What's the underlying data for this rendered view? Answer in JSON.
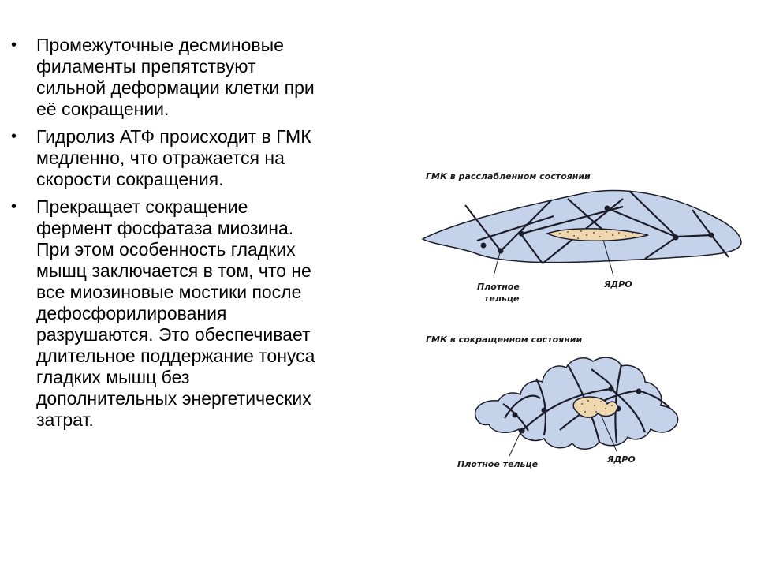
{
  "bullets": [
    {
      "marker": "•",
      "text": "Промежуточные десминовые\nфиламенты препятствуют\nсильной деформации клетки при\nеё сокращении."
    },
    {
      "marker": "•",
      "text": "Гидролиз АТФ происходит в ГМК\nмедленно, что отражается на\nскорости сокращения."
    },
    {
      "marker": "•",
      "text": "Прекращает сокращение\nфермент фосфатаза миозина.\nПри этом особенность гладких\nмышц заключается в том, что не\nвсе миозиновые мостики после\nдефосфорилирования\nразрушаются. Это обеспечивает\nдлительное поддержание тонуса\nгладких мышц без\nдополнительных энергетических\nзатрат."
    }
  ],
  "diagram": {
    "relaxed": {
      "caption": "ГМК в расслабленном состоянии",
      "label_body_line1": "Плотное",
      "label_body_line2": "тельце",
      "label_nucleus": "ЯДРО"
    },
    "contracted": {
      "caption": "ГМК в сокращенном состоянии",
      "label_body": "Плотное тельце",
      "label_nucleus": "ЯДРО"
    },
    "colors": {
      "cell_fill": "#c5d3ea",
      "outline": "#1c1c2a",
      "nucleus_fill": "#efd8b0"
    }
  }
}
